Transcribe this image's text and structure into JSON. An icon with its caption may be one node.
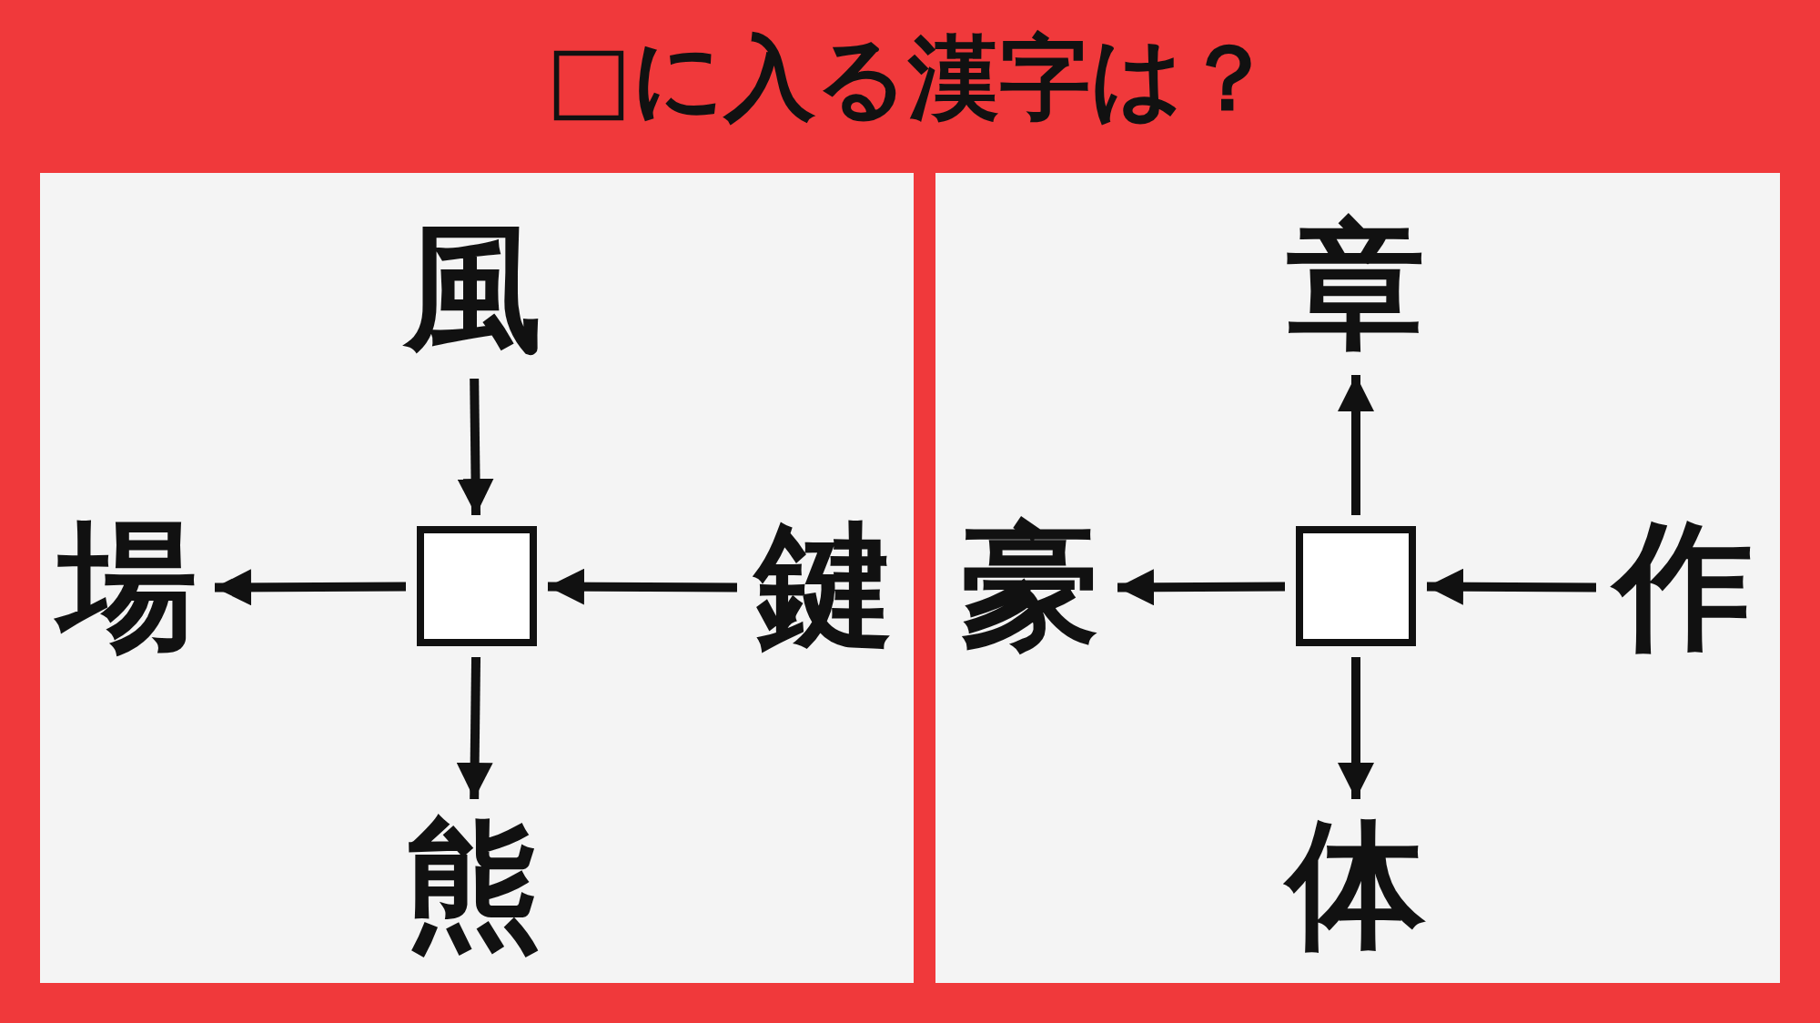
{
  "diagram": {
    "title": "□に入る漢字は？",
    "nodes": [
      {
        "text": [],
        "shape": "box"
      },
      {
        "text": [
          "風"
        ],
        "in": 0
      },
      {
        "text": [
          "場"
        ],
        "in": 0
      },
      {
        "text": [],
        "shape": "box",
        "in": 0
      },
      {
        "text": [
          "鍵"
        ],
        "in": 0
      },
      {
        "text": [
          "熊"
        ],
        "in": 0
      },
      {
        "text": [],
        "shape": "box"
      },
      {
        "text": [
          "章"
        ],
        "in": 6
      },
      {
        "text": [
          "豪"
        ],
        "in": 6
      },
      {
        "text": [],
        "shape": "box",
        "in": 6
      },
      {
        "text": [
          "作"
        ],
        "in": 6
      },
      {
        "text": [
          "体"
        ],
        "in": 6
      }
    ],
    "edges": [
      {
        "from": 1,
        "to": 3,
        "arrow": "to"
      },
      {
        "from": 3,
        "to": 2,
        "arrow": "to"
      },
      {
        "from": 4,
        "to": 3,
        "arrow": "to"
      },
      {
        "from": 3,
        "to": 5,
        "arrow": "to"
      },
      {
        "from": 9,
        "to": 7,
        "arrow": "to"
      },
      {
        "from": 9,
        "to": 8,
        "arrow": "to"
      },
      {
        "from": 10,
        "to": 9,
        "arrow": "to"
      },
      {
        "from": 9,
        "to": 11,
        "arrow": "to"
      }
    ]
  }
}
